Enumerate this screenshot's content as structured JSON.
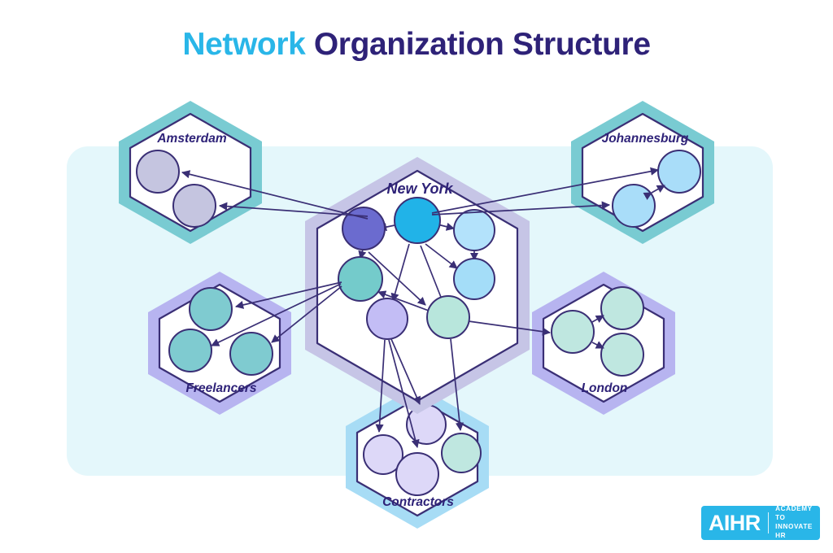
{
  "title": {
    "accent_word": "Network",
    "main_words": "Organization Structure",
    "accent_color": "#29b6e8",
    "main_color": "#2e2278"
  },
  "canvas": {
    "background": "#ffffff",
    "panel_color": "#e4f7fb",
    "arrow_color": "#3a2f75"
  },
  "hub": {
    "label": "New York",
    "ring_color": "#c6c5e6",
    "nodes": [
      {
        "name": "ny-node-indigo",
        "color": "#6b6bcf"
      },
      {
        "name": "ny-node-cyan",
        "color": "#21b3e8"
      },
      {
        "name": "ny-node-skyblue",
        "color": "#b3e2fb"
      },
      {
        "name": "ny-node-teal",
        "color": "#74cbcb"
      },
      {
        "name": "ny-node-lightblue",
        "color": "#a4ddf8"
      },
      {
        "name": "ny-node-lavender",
        "color": "#c3bdf5"
      },
      {
        "name": "ny-node-mint",
        "color": "#b8e6dc"
      }
    ]
  },
  "groups": [
    {
      "name": "amsterdam",
      "label": "Amsterdam",
      "ring_color": "#79cbd2",
      "label_position": "top",
      "nodes": [
        {
          "name": "amsterdam-node-1",
          "color": "#c5c5e0"
        },
        {
          "name": "amsterdam-node-2",
          "color": "#c5c5e0"
        }
      ]
    },
    {
      "name": "johannesburg",
      "label": "Johannesburg",
      "ring_color": "#79cbd2",
      "label_position": "top",
      "nodes": [
        {
          "name": "johannesburg-node-1",
          "color": "#a9ddf9"
        },
        {
          "name": "johannesburg-node-2",
          "color": "#a9ddf9"
        }
      ]
    },
    {
      "name": "freelancers",
      "label": "Freelancers",
      "ring_color": "#b7b4f0",
      "label_position": "bottom",
      "nodes": [
        {
          "name": "freelancers-node-1",
          "color": "#7fcbd0"
        },
        {
          "name": "freelancers-node-2",
          "color": "#7fcbd0"
        },
        {
          "name": "freelancers-node-3",
          "color": "#7fcbd0"
        }
      ]
    },
    {
      "name": "london",
      "label": "London",
      "ring_color": "#b7b4f0",
      "label_position": "bottom",
      "nodes": [
        {
          "name": "london-node-1",
          "color": "#bfe7e0"
        },
        {
          "name": "london-node-2",
          "color": "#bfe7e0"
        },
        {
          "name": "london-node-3",
          "color": "#bfe7e0"
        }
      ]
    },
    {
      "name": "contractors",
      "label": "Contractors",
      "ring_color": "#a7dcf5",
      "label_position": "bottom",
      "nodes": [
        {
          "name": "contractors-node-1",
          "color": "#ddd8f8"
        },
        {
          "name": "contractors-node-2",
          "color": "#ddd8f8"
        },
        {
          "name": "contractors-node-3",
          "color": "#ddd8f8"
        },
        {
          "name": "contractors-node-4",
          "color": "#bfe7e0"
        }
      ]
    }
  ],
  "logo": {
    "mark": "AIHR",
    "tagline_line1": "ACADEMY TO",
    "tagline_line2": "INNOVATE HR",
    "background": "#29b6e8"
  }
}
